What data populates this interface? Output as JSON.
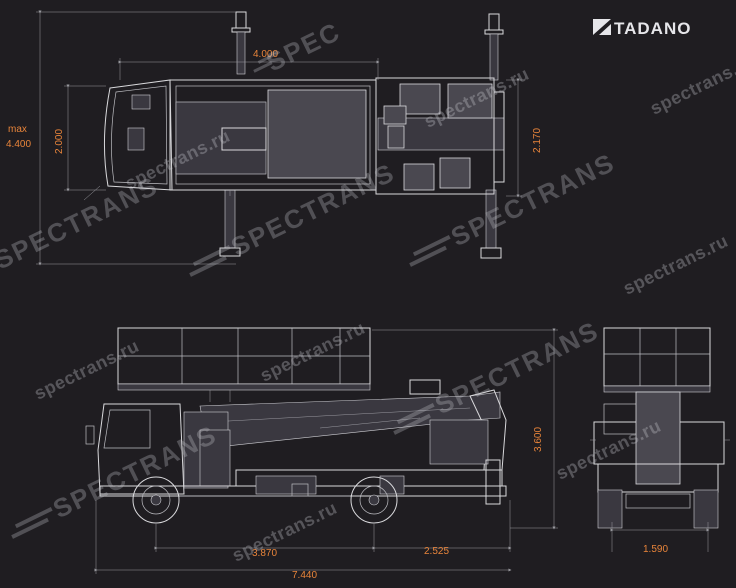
{
  "brand": {
    "logo_text": "TADANO"
  },
  "watermarks": {
    "url_text": "spectrans.ru",
    "brand_text": "SPECTRANS",
    "partial_text": "SPEC"
  },
  "top_view": {
    "dim_width": "4.000",
    "dim_cab_height": "2.000",
    "dim_outrigger_span_label": "max",
    "dim_outrigger_span": "4.400",
    "dim_body_height": "2.170"
  },
  "side_view": {
    "dim_wheelbase": "3.870",
    "dim_rear_overhang": "2.525",
    "dim_total_length": "7.440",
    "dim_height": "3.600"
  },
  "rear_view": {
    "dim_track": "1.590"
  },
  "colors": {
    "background": "#1f1d21",
    "dimension": "#e8843a",
    "linework": "#d9d9dc"
  }
}
